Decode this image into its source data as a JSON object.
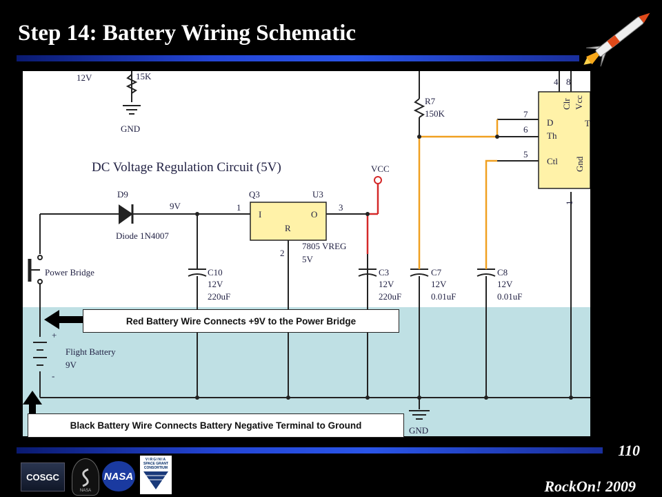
{
  "slide": {
    "title": "Step 14: Battery Wiring Schematic",
    "page_number": "110",
    "footer": "RockOn! 2009"
  },
  "schematic": {
    "title": "DC Voltage Regulation Circuit (5V)",
    "top_left_label": "12V",
    "top_resistor_label": "15K",
    "gnd_label": "GND",
    "vcc_label": "VCC",
    "diode": {
      "ref": "D9",
      "part": "Diode 1N4007"
    },
    "net_9v": "9V",
    "regulator": {
      "ref": "Q3",
      "u_ref": "U3",
      "pin1": "1",
      "pin2": "2",
      "pin3": "3",
      "part": "7805 VREG",
      "voltage": "5V",
      "pin_i": "I",
      "pin_o": "O",
      "pin_r": "R"
    },
    "switch_label": "Power Bridge",
    "battery": {
      "label": "Flight Battery",
      "voltage": "9V",
      "plus": "+",
      "minus": "-"
    },
    "capacitors": [
      {
        "ref": "C10",
        "volt": "12V",
        "value": "220uF"
      },
      {
        "ref": "C3",
        "volt": "12V",
        "value": "220uF"
      },
      {
        "ref": "C7",
        "volt": "12V",
        "value": "0.01uF"
      },
      {
        "ref": "C8",
        "volt": "12V",
        "value": "0.01uF"
      }
    ],
    "resistor_r7": {
      "ref": "R7",
      "value": "150K"
    },
    "timer": {
      "pin4": "4",
      "pin8": "8",
      "pin7": "7",
      "pin6": "6",
      "pin5": "5",
      "pin1": "1",
      "clr": "Clr",
      "vcc": "Vcc",
      "d": "D",
      "th": "Th",
      "ctl": "Ctl",
      "gnd": "Gnd",
      "t": "T"
    }
  },
  "callouts": {
    "red_wire": "Red Battery Wire Connects +9V to the Power Bridge",
    "black_wire": "Black Battery Wire Connects Battery Negative Terminal to Ground"
  },
  "logos": {
    "cosgc": "COSGC",
    "nasa": "NASA",
    "nasa_small": "NASA",
    "virginia": [
      "VIRGINIA",
      "SPACE GRANT",
      "CONSORTIUM"
    ]
  },
  "colors": {
    "red_wire": "#d42828",
    "orange_wire": "#f0a020",
    "highlight": "#bfe0e4"
  }
}
